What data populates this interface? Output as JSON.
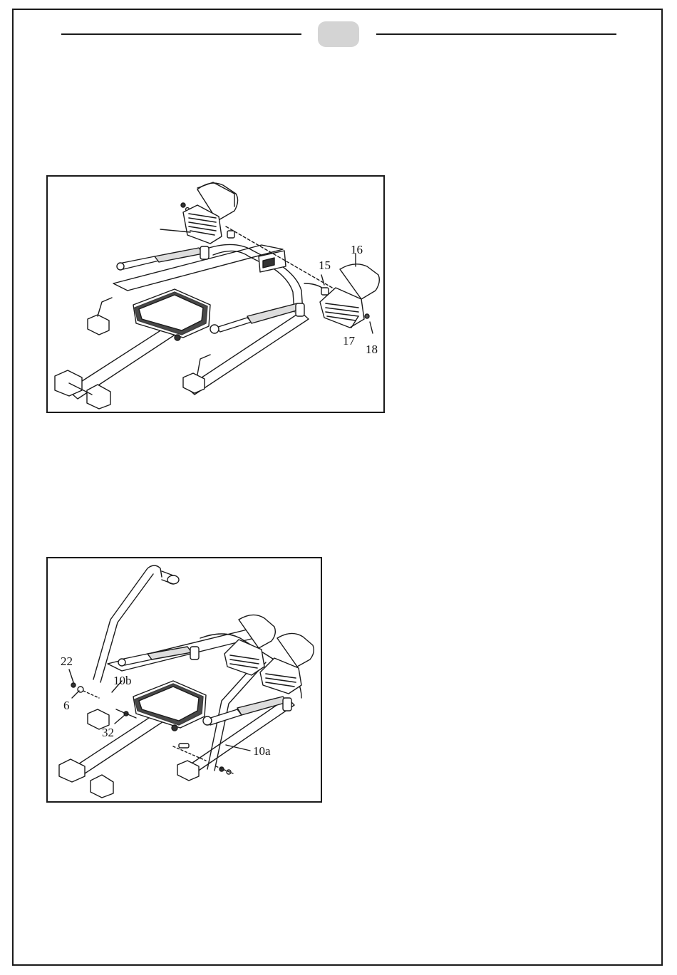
{
  "figure1": {
    "callouts": {
      "part_15": "15",
      "part_16": "16",
      "part_17": "17",
      "part_18": "18"
    }
  },
  "figure2": {
    "callouts": {
      "part_22": "22",
      "part_6": "6",
      "part_10b": "10b",
      "part_32": "32",
      "part_10a": "10a"
    }
  }
}
